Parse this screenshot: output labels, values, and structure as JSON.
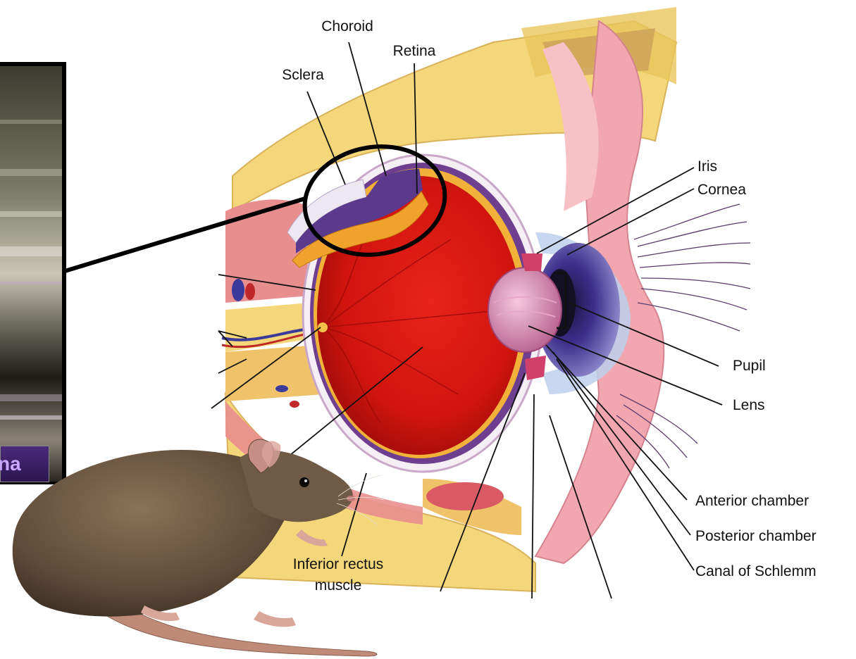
{
  "diagram": {
    "labels": {
      "choroid": "Choroid",
      "retina": "Retina",
      "sclera": "Sclera",
      "iris": "Iris",
      "cornea": "Cornea",
      "pupil": "Pupil",
      "lens": "Lens",
      "anterior_chamber": "Anterior chamber",
      "posterior_chamber": "Posterior chamber",
      "canal_of_schlemm": "Canal of Schlemm",
      "inferior_rectus_line1": "Inferior rectus",
      "inferior_rectus_line2": "muscle"
    },
    "inset_tag_fragment": "na"
  },
  "colors": {
    "eyeball_red": "#d8140e",
    "fat_yellow": "#f4d77a",
    "muscle_pink": "#e98e8e",
    "iris_purple": "#4b3fa0",
    "inset_bg": "#3a3a2e",
    "inset_tag_purple": "#4b2a7a",
    "rat_brown": "#6b5440"
  },
  "icons": {
    "rat": "rat-illustration",
    "eye": "eye-cross-section"
  }
}
